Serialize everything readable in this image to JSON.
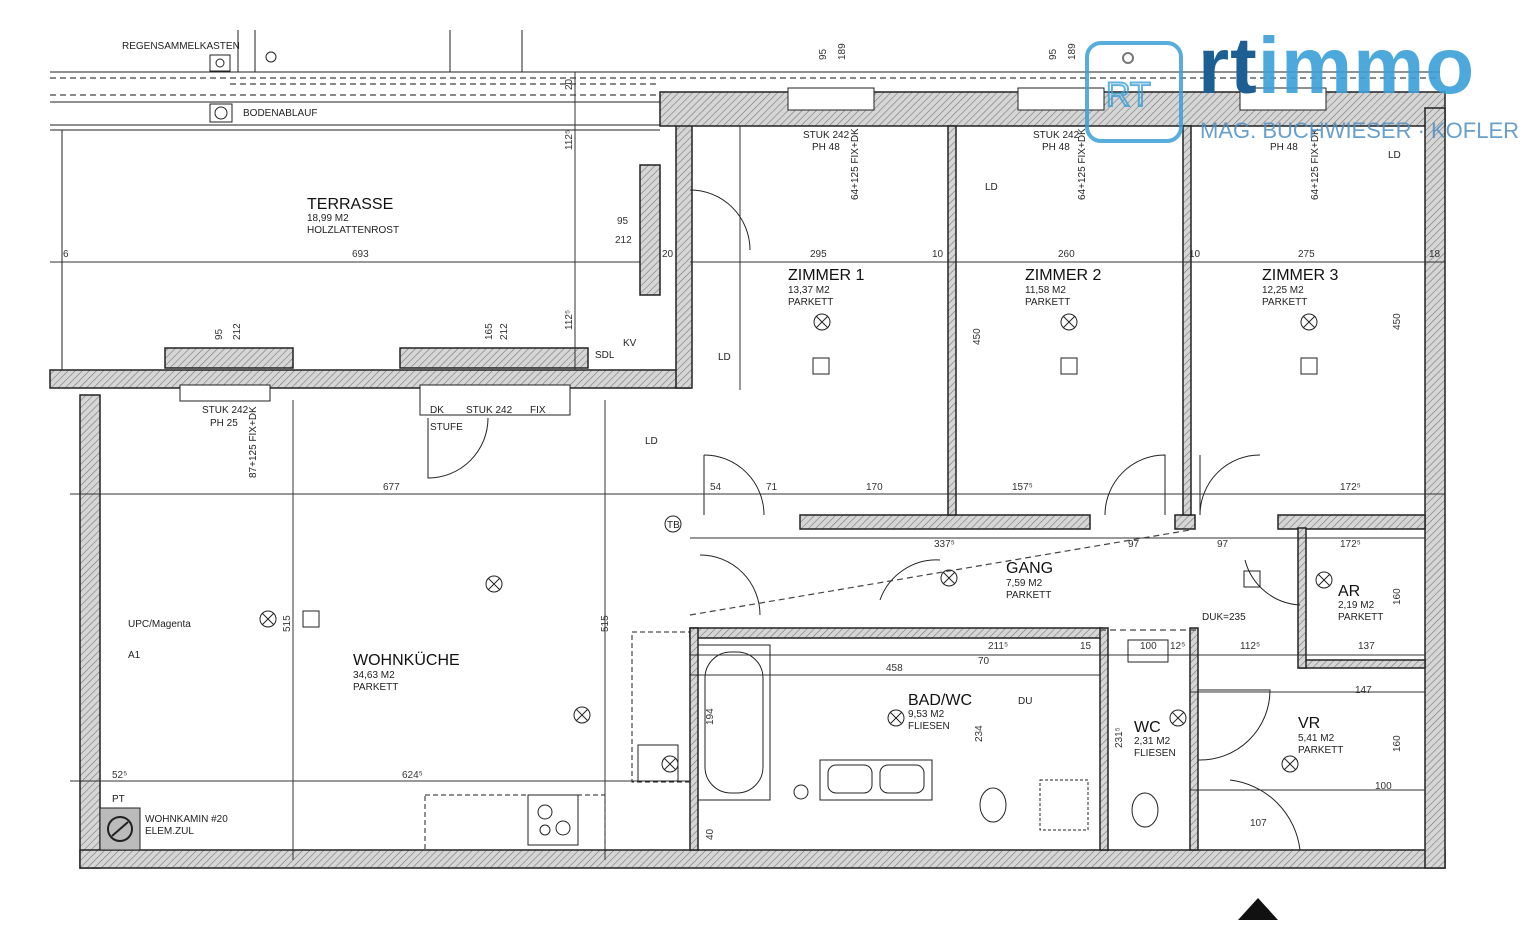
{
  "logo": {
    "part1": "rt",
    "part2": "immo",
    "subtitle": "MAG. BUCHWIESER · KOFLER",
    "icon_text": "RT",
    "brand_dark": "#1d5e93",
    "brand_light": "#3a9fd8"
  },
  "rooms": {
    "terrasse": {
      "name": "TERRASSE",
      "area": "18,99 M2",
      "floor": "HOLZLATTENROST"
    },
    "zimmer1": {
      "name": "ZIMMER 1",
      "area": "13,37 M2",
      "floor": "PARKETT"
    },
    "zimmer2": {
      "name": "ZIMMER 2",
      "area": "11,58 M2",
      "floor": "PARKETT"
    },
    "zimmer3": {
      "name": "ZIMMER 3",
      "area": "12,25 M2",
      "floor": "PARKETT"
    },
    "wohnkueche": {
      "name": "WOHNKÜCHE",
      "area": "34,63 M2",
      "floor": "PARKETT"
    },
    "gang": {
      "name": "GANG",
      "area": "7,59 M2",
      "floor": "PARKETT"
    },
    "ar": {
      "name": "AR",
      "area": "2,19 M2",
      "floor": "PARKETT"
    },
    "bad": {
      "name": "BAD/WC",
      "area": "9,53 M2",
      "floor": "FLIESEN"
    },
    "wc": {
      "name": "WC",
      "area": "2,31 M2",
      "floor": "FLIESEN"
    },
    "vr": {
      "name": "VR",
      "area": "5,41 M2",
      "floor": "PARKETT"
    }
  },
  "annotations": {
    "regensammelkasten": "REGENSAMMELKASTEN",
    "bodenablauf": "BODENABLAUF",
    "upc": "UPC/Magenta",
    "a1": "A1",
    "wohnkamin": "WOHNKAMIN #20",
    "elem": "ELEM.ZUL",
    "pt": "PT",
    "stufe": "STUFE",
    "tb": "TB",
    "duk": "DUK=235",
    "du": "DU",
    "sdl": "SDL",
    "kv": "KV",
    "ld": "LD",
    "window_stuk1": "STUK 242",
    "window_ph1": "PH 48",
    "window_stuk_terr": "STUK 242",
    "window_ph_terr": "PH 25",
    "window_fix": "64+125 FIX+DK",
    "window_fix2": "87+125 FIX+DK",
    "dk": "DK",
    "fix": "FIX"
  },
  "dimensions": {
    "d693": "693",
    "d6": "6",
    "d95a": "95",
    "d212": "212",
    "d112": "112⁵",
    "d20": "20",
    "d295": "295",
    "d260": "260",
    "d275": "275",
    "d10a": "10",
    "d10b": "10",
    "d18": "18",
    "d450": "450",
    "d677": "677",
    "d170": "170",
    "d54": "54",
    "d71": "71",
    "d157": "157⁵",
    "d172a": "172⁵",
    "d337": "337⁵",
    "d97a": "97",
    "d97b": "97",
    "d172b": "172⁵",
    "d515a": "515",
    "d515b": "515",
    "d458": "458",
    "d211": "211⁵",
    "d70": "70",
    "d15": "15",
    "d100a": "100",
    "d12": "12⁵",
    "d112b": "112⁵",
    "d137": "137",
    "d147": "147",
    "d160a": "160",
    "d160b": "160",
    "d100b": "100",
    "d107": "107",
    "d194": "194",
    "d234": "234",
    "d231": "231⁵",
    "d52": "52⁵",
    "d624": "624⁵",
    "d40": "40",
    "d165": "165",
    "d189": "189"
  }
}
